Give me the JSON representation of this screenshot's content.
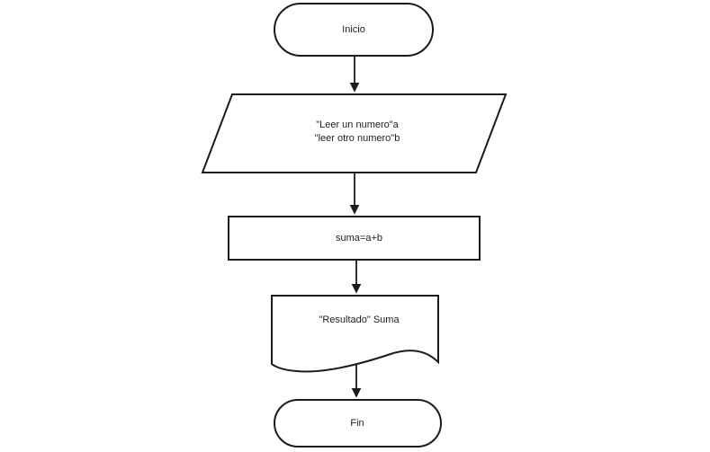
{
  "diagram": {
    "kind": "flowchart",
    "background_color": "#ffffff",
    "stroke_color": "#1b1b1b",
    "shape_fill_color": "#ffffff",
    "text_color": "#1e1e1e",
    "nodes": {
      "start": {
        "shape": "terminator",
        "label": "Inicio"
      },
      "input": {
        "shape": "parallelogram-io",
        "line1": "\"Leer un numero\"a",
        "line2": "\"leer otro numero\"b"
      },
      "process": {
        "shape": "process-rectangle",
        "label": "suma=a+b"
      },
      "output": {
        "shape": "document",
        "label": "\"Resultado\" Suma"
      },
      "end": {
        "shape": "terminator",
        "label": "Fin"
      }
    },
    "edges": [
      {
        "from": "start",
        "to": "input",
        "style": "arrow-down"
      },
      {
        "from": "input",
        "to": "process",
        "style": "arrow-down"
      },
      {
        "from": "process",
        "to": "output",
        "style": "arrow-down"
      },
      {
        "from": "output",
        "to": "end",
        "style": "arrow-down"
      }
    ]
  }
}
